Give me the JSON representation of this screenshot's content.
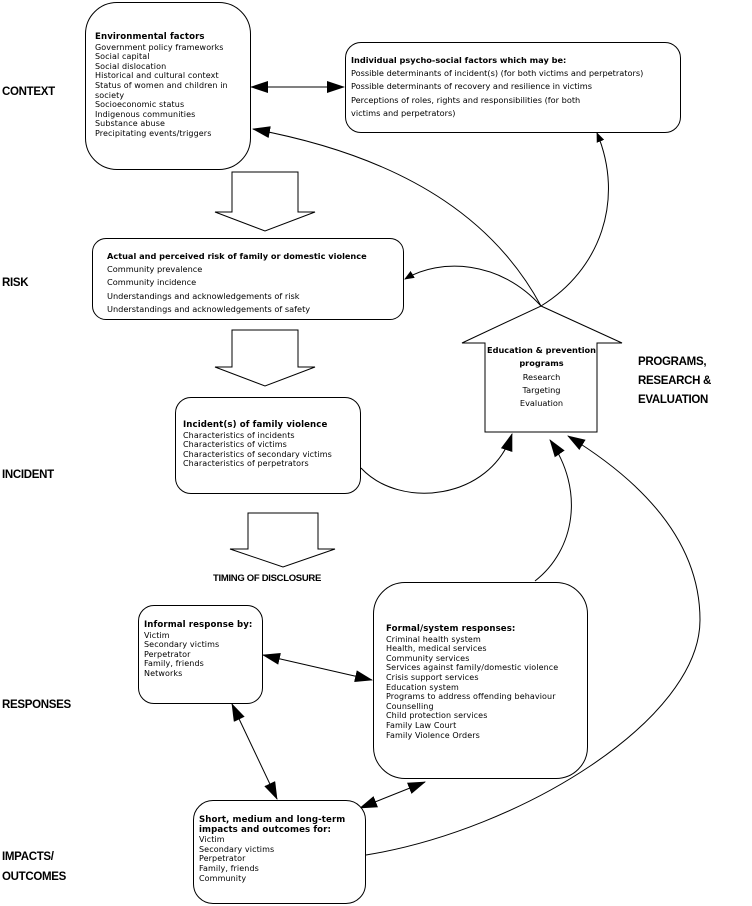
{
  "stage_labels": {
    "context": "CONTEXT",
    "risk": "RISK",
    "incident": "INCIDENT",
    "responses": "RESPONSES",
    "impacts_line1": "IMPACTS/",
    "impacts_line2": "OUTCOMES",
    "programs_line1": "PROGRAMS,",
    "programs_line2": "RESEARCH &",
    "programs_line3": "EVALUATION"
  },
  "environmental": {
    "title": "Environmental factors",
    "items": [
      "Government policy frameworks",
      "Social capital",
      "Social dislocation",
      "Historical and cultural context",
      "Status of women and children in society",
      "Socioeconomic status",
      "Indigenous communities",
      "Substance abuse",
      "Precipitating events/triggers"
    ]
  },
  "psychosocial": {
    "title": "Individual psycho-social factors which may be:",
    "items": [
      "Possible determinants of incident(s) (for both victims and perpetrators)",
      "Possible determinants of recovery and resilience in victims",
      "Perceptions of roles, rights and responsibilities (for both",
      "victims and perpetrators)"
    ]
  },
  "risk": {
    "title": "Actual and perceived risk of family or domestic violence",
    "items": [
      "Community prevalence",
      "Community incidence",
      "Understandings and acknowledgements of risk",
      "Understandings and acknowledgements of safety"
    ]
  },
  "incident": {
    "title": "Incident(s) of family violence",
    "items": [
      "Characteristics of incidents",
      "Characteristics of victims",
      "Characteristics of secondary victims",
      "Characteristics of perpetrators"
    ]
  },
  "timing_label": "TIMING OF DISCLOSURE",
  "informal": {
    "title": "Informal response by:",
    "items": [
      "Victim",
      "Secondary victims",
      "Perpetrator",
      "Family, friends",
      "Networks"
    ]
  },
  "formal": {
    "title": "Formal/system responses:",
    "items": [
      "Criminal health system",
      "Health, medical services",
      "Community services",
      "Services against family/domestic violence",
      "Crisis support services",
      "Education system",
      "Programs to address offending behaviour",
      "Counselling",
      "Child protection services",
      "Family Law Court",
      "Family Violence Orders"
    ]
  },
  "impacts": {
    "title": "Short, medium and long-term impacts and outcomes for:",
    "items": [
      "Victim",
      "Secondary victims",
      "Perpetrator",
      "Family, friends",
      "Community"
    ]
  },
  "programs": {
    "title": "Education & prevention programs",
    "items": [
      "Research",
      "Targeting",
      "Evaluation"
    ]
  }
}
